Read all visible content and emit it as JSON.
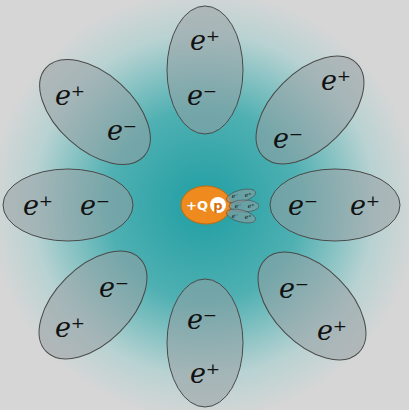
{
  "diagram": {
    "nodes": [
      {
        "text": [
          "e⁺",
          "e⁻"
        ]
      },
      {
        "text": [
          "e⁺",
          "e⁻"
        ]
      },
      {
        "text": [
          "e⁺",
          "e⁻"
        ]
      },
      {
        "text": [
          "e⁺",
          "e⁻"
        ]
      },
      {
        "text": [
          "+Q",
          "p"
        ]
      },
      {
        "text": [
          "e⁻",
          "e⁺"
        ]
      },
      {
        "text": [
          "e⁻",
          "e⁺"
        ]
      },
      {
        "text": [
          "e⁻",
          "e⁺"
        ]
      },
      {
        "text": [
          "e⁻",
          "e⁺"
        ]
      },
      {
        "text": [
          "e⁻",
          "e⁺"
        ]
      },
      {
        "text": [
          "e⁻",
          "e⁺"
        ]
      },
      {
        "text": [
          "e⁻",
          "e⁺"
        ]
      }
    ]
  }
}
